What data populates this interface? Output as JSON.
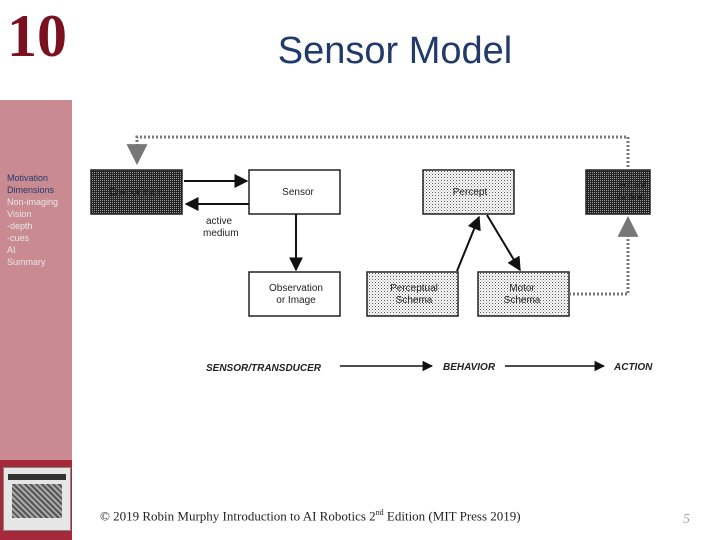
{
  "slide": {
    "chapter_number": "10",
    "title": "Sensor Model"
  },
  "nav": {
    "items": [
      {
        "label": "Motivation",
        "active": true
      },
      {
        "label": "Dimensions",
        "active": true
      },
      {
        "label": "Non-imaging",
        "active": false
      },
      {
        "label": "Vision",
        "active": false
      },
      {
        "label": "-depth",
        "active": false
      },
      {
        "label": "-cues",
        "active": false
      },
      {
        "label": "AI",
        "active": false
      },
      {
        "label": "Summary",
        "active": false
      }
    ]
  },
  "diagram": {
    "environment": "Environment",
    "sensor": "Sensor",
    "percept": "Percept",
    "robot_action_1": "Robot",
    "robot_action_2": "Action",
    "active_medium_1": "active",
    "active_medium_2": "medium",
    "observation_1": "Observation",
    "observation_2": "or Image",
    "perceptual_1": "Perceptual",
    "perceptual_2": "Schema",
    "motor_1": "Motor",
    "motor_2": "Schema",
    "caption_sensor": "SENSOR/TRANSDUCER",
    "caption_behavior": "BEHAVIOR",
    "caption_action": "ACTION"
  },
  "footer": {
    "pre": "© 2019 Robin Murphy Introduction to AI Robotics 2",
    "sup": "nd",
    "post": " Edition (MIT Press 2019)"
  },
  "page_number": "5",
  "colors": {
    "chapter": "#7a1020",
    "title": "#1f3a6b",
    "sidebar": "#c98a92",
    "sidebar_bottom": "#a5293a"
  }
}
